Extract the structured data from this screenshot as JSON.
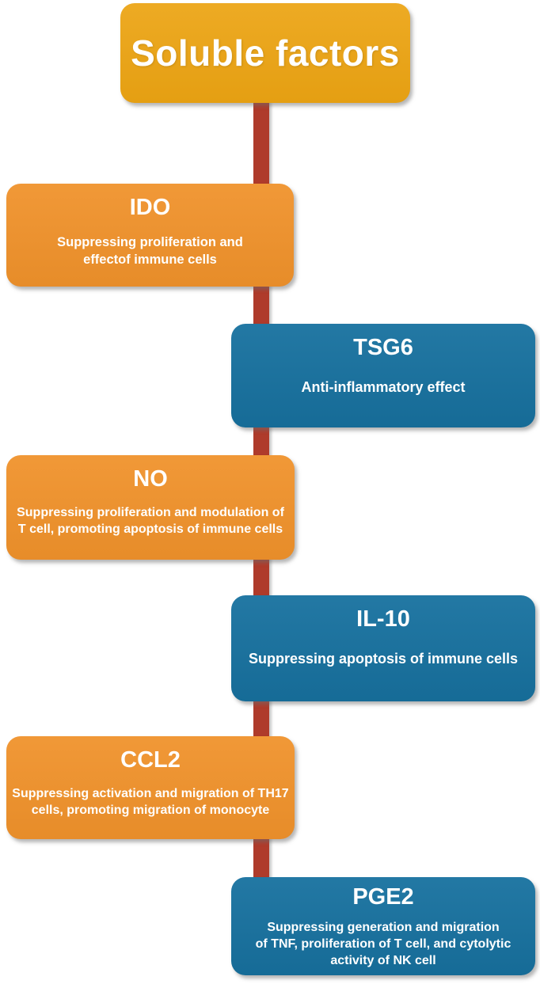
{
  "diagram": {
    "header": {
      "title": "Soluble factors"
    },
    "colors": {
      "header": "#ECA413",
      "orange": "#F0922B",
      "blue": "#17719F",
      "connector": "#AF3B2B",
      "text": "#FFFFFF"
    },
    "nodes": [
      {
        "id": "ido",
        "title": "IDO",
        "color": "orange",
        "side": "left",
        "lines": [
          "Suppressing proliferation and",
          "effectof immune cells"
        ]
      },
      {
        "id": "tsg6",
        "title": "TSG6",
        "color": "blue",
        "side": "right",
        "lines": [
          "Anti-inflammatory effect"
        ]
      },
      {
        "id": "no",
        "title": "NO",
        "color": "orange",
        "side": "left",
        "lines": [
          "Suppressing proliferation and modulation of",
          "T cell, promoting apoptosis of immune cells"
        ]
      },
      {
        "id": "il10",
        "title": "IL-10",
        "color": "blue",
        "side": "right",
        "lines": [
          "Suppressing apoptosis of immune cells"
        ]
      },
      {
        "id": "ccl2",
        "title": "CCL2",
        "color": "orange",
        "side": "left",
        "lines": [
          "Suppressing activation and migration of TH17",
          "cells, promoting migration of monocyte"
        ]
      },
      {
        "id": "pge2",
        "title": "PGE2",
        "color": "blue",
        "side": "right",
        "lines": [
          "Suppressing generation and migration",
          "of TNF, proliferation of T cell, and cytolytic",
          "activity of NK cell"
        ]
      }
    ]
  }
}
